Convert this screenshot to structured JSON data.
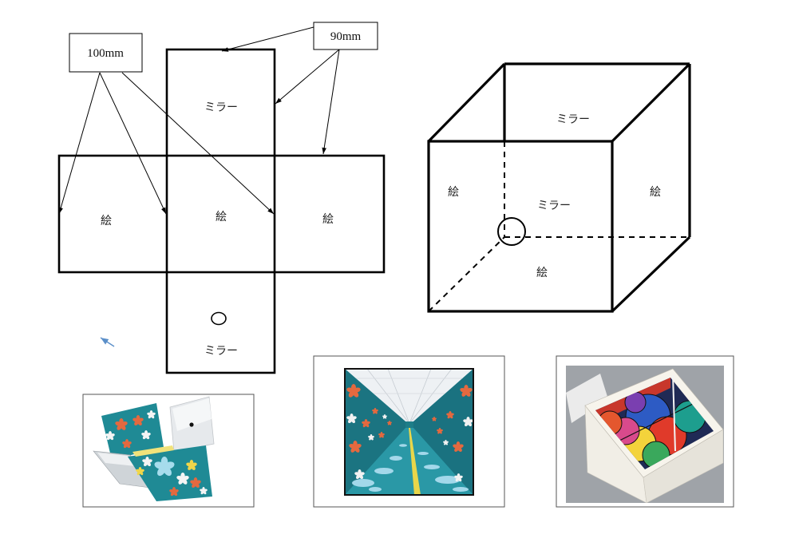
{
  "dimension_labels": {
    "width_100": "100mm",
    "width_90": "90mm"
  },
  "net_panels": {
    "top": "ミラー",
    "left": "絵",
    "center": "絵",
    "right": "絵",
    "bottom": "ミラー"
  },
  "cube_faces": {
    "top": "ミラー",
    "left": "絵",
    "back": "ミラー",
    "right": "絵",
    "bottom": "絵"
  },
  "colors": {
    "line": "#000000",
    "frame": "#555555",
    "pointer_arrow": "#5b8fc9",
    "teal": "#1f8a95",
    "orange": "#e4693f",
    "yellow": "#f0d64a"
  }
}
